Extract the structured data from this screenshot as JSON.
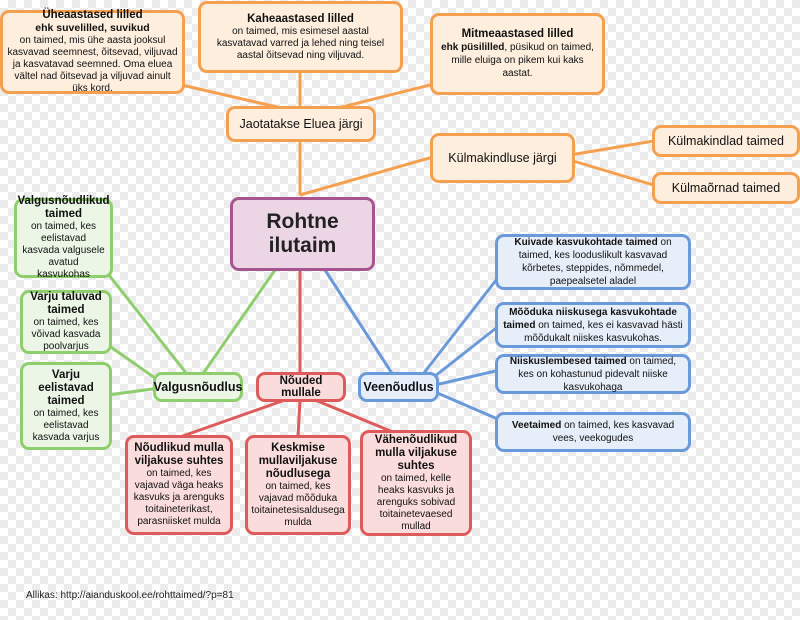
{
  "colors": {
    "orange": "#f5a04e",
    "green": "#8fce6c",
    "blue": "#6a9ad9",
    "red": "#de5b5b",
    "center": "#a65591"
  },
  "center": {
    "line1": "Rohtne",
    "line2": "ilutaim"
  },
  "branches": {
    "eluea": "Jaotatakse Eluea järgi",
    "kulmakindlus": "Külmakindluse järgi",
    "valgus": "Valgusnõudlus",
    "vesi": "Veenõudlus",
    "muld": "Nõuded mullale"
  },
  "eluea_items": [
    {
      "title": "Üheaastased lilled",
      "subtitle": "ehk suvelilled, suvikud",
      "desc": "on taimed, mis ühe aasta jooksul kasvavad seemnest, õitsevad, viljuvad ja kasvatavad seemned. Oma eluea vältel nad õitsevad ja viljuvad ainult üks kord."
    },
    {
      "title": "Kaheaastased lilled",
      "desc": "on taimed, mis esimesel aastal kasvatavad varred ja lehed ning teisel aastal õitsevad ning viljuvad."
    },
    {
      "title": "Mitmeaastased lilled",
      "title2": "ehk püsililled",
      "desc": ", püsikud on taimed, mille eluiga on pikem kui kaks aastat."
    }
  ],
  "kulm_items": [
    "Külmakindlad taimed",
    "Külmaõrnad taimed"
  ],
  "valgus_items": [
    {
      "title": "Valgusnõudlikud taimed",
      "desc": "on taimed, kes eelistavad kasvada valgusele avatud kasvukohas"
    },
    {
      "title": "Varju taluvad taimed",
      "desc": "on taimed, kes võivad kasvada poolvarjus"
    },
    {
      "title": "Varju eelistavad taimed",
      "desc": "on taimed, kes eelistavad kasvada varjus"
    }
  ],
  "vesi_items": [
    {
      "title": "Kuivade kasvukohtade taimed",
      "desc": "on taimed, kes looduslikult kasvavad kõrbetes, steppides, nõmmedel, paepealsetel aladel"
    },
    {
      "title": "Mõõduka niiskusega kasvukohtade taimed",
      "desc": "on taimed, kes ei kasvavad hästi mõõdukalt niiskes kasvukohas."
    },
    {
      "title": "Niiskuslembesed taimed",
      "desc": "on taimed, kes on kohastunud pidevalt niiske kasvukohaga"
    },
    {
      "title": "Veetaimed",
      "desc": "on taimed, kes kasvavad vees, veekogudes"
    }
  ],
  "muld_items": [
    {
      "title": "Nõudlikud mulla viljakuse suhtes",
      "desc": "on taimed, kes vajavad väga heaks kasvuks ja arenguks toitaineterikast, parasniisket mulda"
    },
    {
      "title": "Keskmise mullaviljakuse nõudlusega",
      "desc": "on taimed, kes vajavad mõõduka toitainetesisaldusega mulda"
    },
    {
      "title": "Vähenõudlikud mulla viljakuse suhtes",
      "desc": "on taimed, kelle heaks kasvuks ja arenguks sobivad toitainetevaesed mullad"
    }
  ],
  "footer": "Allikas: http://aianduskool.ee/rohttaimed/?p=81"
}
